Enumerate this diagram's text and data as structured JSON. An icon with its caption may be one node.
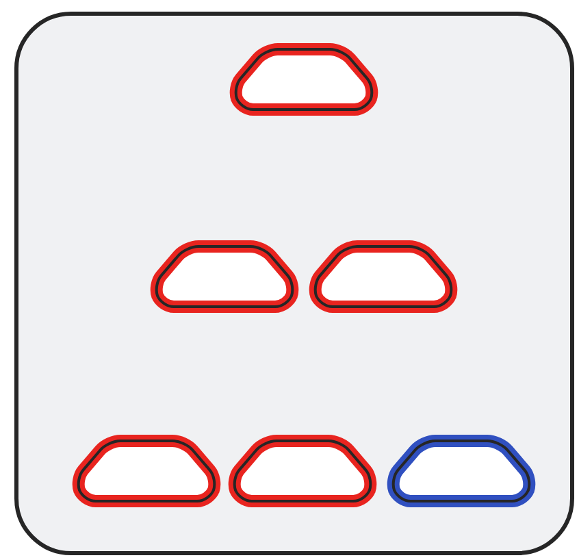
{
  "diagram": {
    "nodes": [
      {
        "text": [],
        "shape": "box"
      },
      {
        "text": [],
        "shape": "trapezoid",
        "in": 0
      },
      {
        "text": [],
        "shape": "trapezoid",
        "in": 0
      },
      {
        "text": [],
        "shape": "trapezoid",
        "in": 0
      },
      {
        "text": [],
        "shape": "trapezoid",
        "in": 0
      },
      {
        "text": [],
        "shape": "trapezoid",
        "in": 0
      },
      {
        "text": [],
        "shape": "trapezoid",
        "in": 0
      }
    ]
  }
}
